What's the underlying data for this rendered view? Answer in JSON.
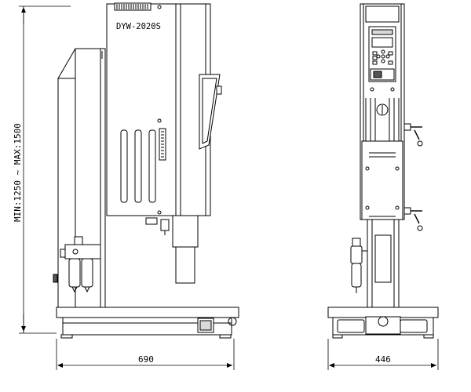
{
  "model_label": "DYW-2020S",
  "dim_height": "MIN:1250 ~ MAX:1500",
  "dim_width_side": "690",
  "dim_width_front": "446"
}
